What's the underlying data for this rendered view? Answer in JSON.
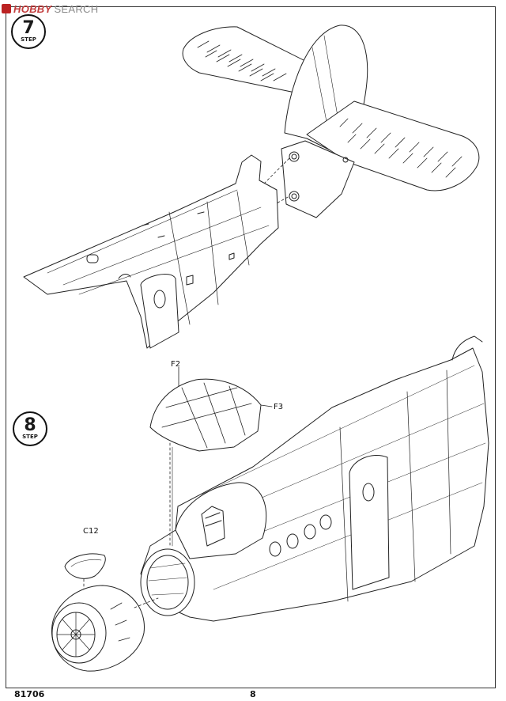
{
  "watermark": {
    "prefix": "HOBBY",
    "suffix": "SEARCH"
  },
  "steps": [
    {
      "number": "7",
      "label": "STEP"
    },
    {
      "number": "8",
      "label": "STEP"
    }
  ],
  "parts": {
    "canopy_frame": "F2",
    "canopy_side": "F3",
    "nose_cap": "C12"
  },
  "footer": {
    "kit_number": "81706",
    "page_number": "8"
  },
  "icons": [
    "step-arrow-icon",
    "hobbysearch-logo"
  ]
}
